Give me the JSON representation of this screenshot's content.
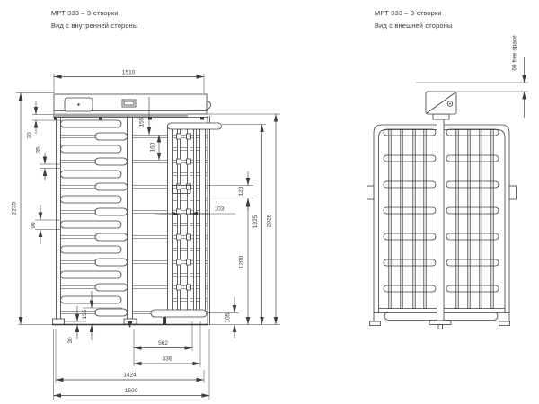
{
  "drawing": {
    "left_view": {
      "title": "МРТ 333 – 3-створки",
      "subtitle": "Вид с внутренней стороны",
      "dimensions": {
        "top_width": "1510",
        "overall_height": "2235",
        "top_offset": "30",
        "arm_gap": "35",
        "arm_spacing": "90",
        "bottom_arm_offset": "155",
        "bottom_offset": "30",
        "header_to_rail": "155",
        "rail_spacing": "160",
        "gate_rail_gap": "120",
        "gate_bar_width": "103",
        "gate_height": "1200",
        "passage_height": "1925",
        "clear_height": "2025",
        "floor_gap": "105",
        "gate_width": "562",
        "gate_frame_width": "636",
        "inner_width": "1424",
        "base_width": "1500"
      }
    },
    "right_view": {
      "title": "МРТ 333 – 3-створки",
      "subtitle": "Вид с внешней стороны",
      "dimensions": {
        "free_space": "60  free space"
      }
    },
    "colors": {
      "line": "#3c3c40",
      "background": "#ffffff",
      "header_strip": "#a8a8ac"
    }
  }
}
